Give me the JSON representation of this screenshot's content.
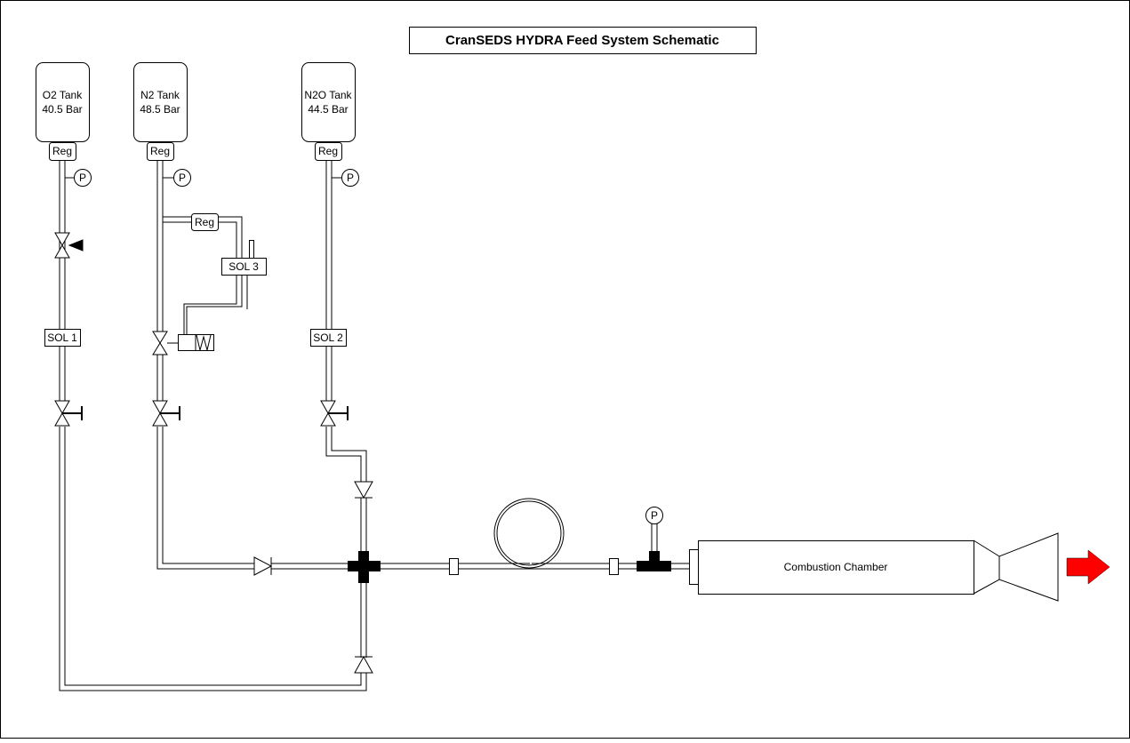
{
  "title": "CranSEDS HYDRA Feed System Schematic",
  "tanks": [
    {
      "line1": "O2 Tank",
      "line2": "40.5 Bar"
    },
    {
      "line1": "N2 Tank",
      "line2": "48.5 Bar"
    },
    {
      "line1": "N2O Tank",
      "line2": "44.5 Bar"
    }
  ],
  "regulator_label": "Reg",
  "pressure_gauge_label": "P",
  "solenoids": {
    "sol1": "SOL 1",
    "sol2": "SOL 2",
    "sol3": "SOL 3"
  },
  "combustion_chamber": "Combustion Chamber",
  "colors": {
    "line": "#000000",
    "exhaust_arrow": "#ff0000",
    "background": "#ffffff"
  }
}
